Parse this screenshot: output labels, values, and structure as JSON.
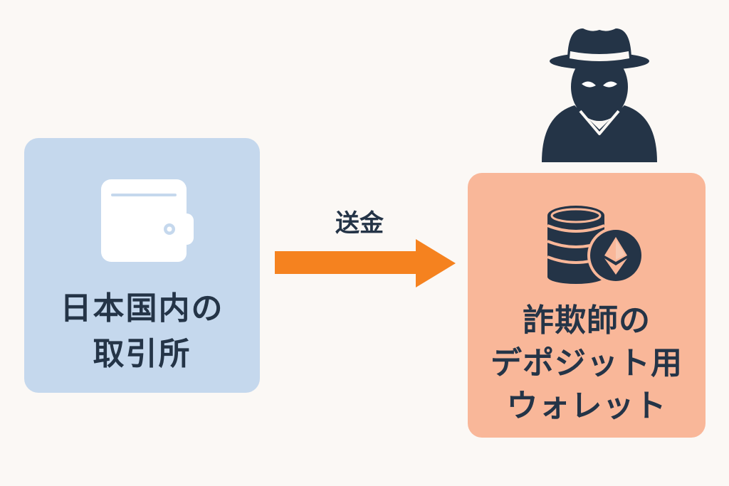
{
  "source_box": {
    "icon": "wallet-icon",
    "label_lines": [
      "日本国内の",
      "取引所"
    ],
    "color": "#c5d8ed"
  },
  "transfer": {
    "label": "送金",
    "arrow_color": "#f5821f"
  },
  "destination_box": {
    "icon": "ethereum-coins-icon",
    "label_lines": [
      "詐欺師の",
      "デポジット用",
      "ウォレット"
    ],
    "color": "#f9b799"
  },
  "scammer": {
    "icon": "scammer-icon",
    "color": "#243447"
  }
}
